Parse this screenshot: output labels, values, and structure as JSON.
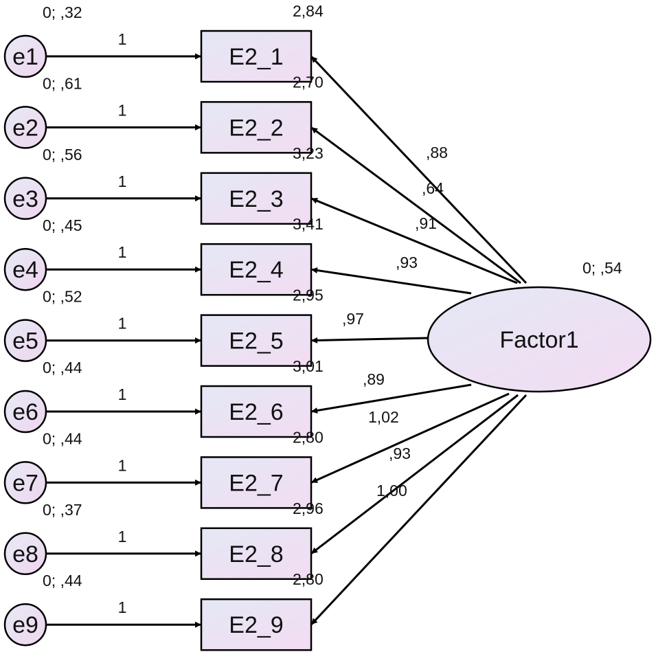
{
  "factor": {
    "label": "Factor1",
    "stats": "0; ,54"
  },
  "rows": [
    {
      "error": "e1",
      "error_stats": "0; ,32",
      "path_weight": "1",
      "indicator": "E2_1",
      "intercept": "2,84",
      "loading": ",88"
    },
    {
      "error": "e2",
      "error_stats": "0; ,61",
      "path_weight": "1",
      "indicator": "E2_2",
      "intercept": "2,70",
      "loading": ",64"
    },
    {
      "error": "e3",
      "error_stats": "0; ,56",
      "path_weight": "1",
      "indicator": "E2_3",
      "intercept": "3,23",
      "loading": ",91"
    },
    {
      "error": "e4",
      "error_stats": "0; ,45",
      "path_weight": "1",
      "indicator": "E2_4",
      "intercept": "3,41",
      "loading": ",93"
    },
    {
      "error": "e5",
      "error_stats": "0; ,52",
      "path_weight": "1",
      "indicator": "E2_5",
      "intercept": "2,95",
      "loading": ",97"
    },
    {
      "error": "e6",
      "error_stats": "0; ,44",
      "path_weight": "1",
      "indicator": "E2_6",
      "intercept": "3,01",
      "loading": ",89"
    },
    {
      "error": "e7",
      "error_stats": "0; ,44",
      "path_weight": "1",
      "indicator": "E2_7",
      "intercept": "2,80",
      "loading": "1,02"
    },
    {
      "error": "e8",
      "error_stats": "0; ,37",
      "path_weight": "1",
      "indicator": "E2_8",
      "intercept": "2,96",
      "loading": ",93"
    },
    {
      "error": "e9",
      "error_stats": "0; ,44",
      "path_weight": "1",
      "indicator": "E2_9",
      "intercept": "2,80",
      "loading": "1,00"
    }
  ]
}
